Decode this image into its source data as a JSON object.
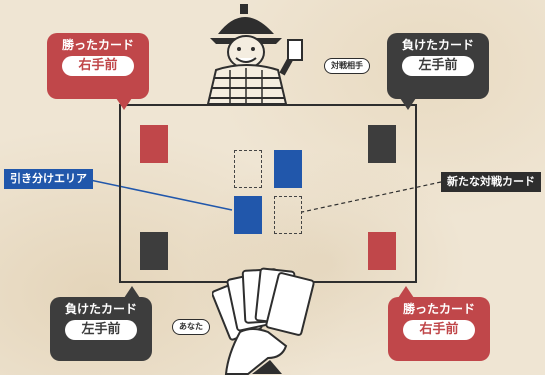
{
  "callouts": {
    "top_left": {
      "title": "勝ったカード",
      "side": "右手前",
      "color": "#c0474a"
    },
    "top_right": {
      "title": "負けたカード",
      "side": "左手前",
      "color": "#3d3d3d"
    },
    "bottom_left": {
      "title": "負けたカード",
      "side": "左手前",
      "color": "#3d3d3d"
    },
    "bottom_right": {
      "title": "勝ったカード",
      "side": "右手前",
      "color": "#c0474a"
    }
  },
  "labels": {
    "draw_area": "引き分けエリア",
    "new_battle_card": "新たな対戦カード",
    "opponent": "対戦相手",
    "you": "あなた"
  },
  "colors": {
    "win": "#c0474a",
    "lose": "#3d3d3d",
    "draw": "#2157ab"
  }
}
